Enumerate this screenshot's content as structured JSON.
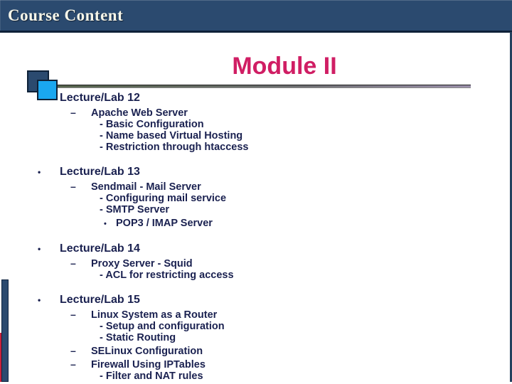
{
  "header": {
    "title": "Course Content"
  },
  "slide": {
    "title": "Module II",
    "markers": {
      "level1": "•",
      "level2": "–",
      "level4": "•"
    },
    "colors": {
      "header_bg": "#2b4a6f",
      "title_red": "#d01e64",
      "body_text_navy": "#1a2150",
      "accent_cyan": "#1aa7f0",
      "edge_red": "#c8203a"
    },
    "sections": [
      {
        "label": "Lecture/Lab 12",
        "items": [
          {
            "level": 2,
            "text": "Apache Web Server"
          },
          {
            "level": 3,
            "text": "- Basic Configuration"
          },
          {
            "level": 3,
            "text": "- Name based Virtual Hosting"
          },
          {
            "level": 3,
            "text": "- Restriction through htaccess"
          }
        ]
      },
      {
        "label": "Lecture/Lab 13",
        "items": [
          {
            "level": 2,
            "text": "Sendmail - Mail Server"
          },
          {
            "level": 3,
            "text": "- Configuring mail service"
          },
          {
            "level": 3,
            "text": "- SMTP Server"
          },
          {
            "level": 4,
            "text": "POP3 / IMAP Server"
          }
        ]
      },
      {
        "label": "Lecture/Lab 14",
        "items": [
          {
            "level": 2,
            "text": "Proxy Server - Squid"
          },
          {
            "level": 3,
            "text": "- ACL for restricting access"
          }
        ]
      },
      {
        "label": "Lecture/Lab 15",
        "items": [
          {
            "level": 2,
            "text": "Linux System as a Router"
          },
          {
            "level": 3,
            "text": "- Setup and configuration"
          },
          {
            "level": 3,
            "text": "- Static Routing"
          },
          {
            "level": 2,
            "text": "SELinux Configuration"
          },
          {
            "level": 2,
            "text": "Firewall Using IPTables"
          },
          {
            "level": 3,
            "text": "- Filter and NAT rules"
          }
        ]
      }
    ]
  }
}
